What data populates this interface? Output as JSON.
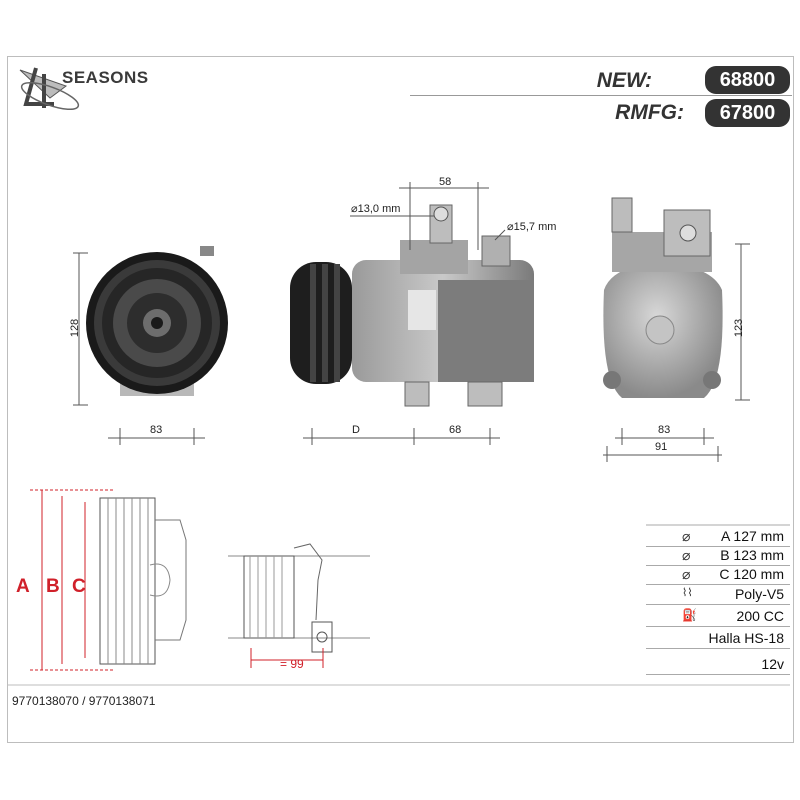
{
  "brand": {
    "name": "SEASONS",
    "digit": "4"
  },
  "header": {
    "new_label": "NEW:",
    "new_value": "68800",
    "rmfg_label": "RMFG:",
    "rmfg_value": "67800"
  },
  "dimensions": {
    "front_height": "128",
    "front_width": "83",
    "top_width": "58",
    "port_a": "13,0 mm",
    "port_b": "15,7 mm",
    "side_d": "D",
    "side_68": "68",
    "rear_height": "123",
    "rear_83": "83",
    "rear_91": "91",
    "pulley_length": "= 99"
  },
  "pulley_labels": {
    "a": "A",
    "b": "B",
    "c": "C"
  },
  "specs": [
    {
      "icon": "diameter-icon",
      "text": "A 127 mm"
    },
    {
      "icon": "diameter-icon",
      "text": "B 123 mm"
    },
    {
      "icon": "diameter-icon",
      "text": "C 120 mm"
    },
    {
      "icon": "belt-icon",
      "text": "Poly-V5"
    },
    {
      "icon": "oil-can-icon",
      "text": "200 CC"
    },
    {
      "icon": "",
      "text": "Halla HS-18"
    },
    {
      "icon": "",
      "text": "12v"
    }
  ],
  "oem_numbers": "9770138070 / 9770138071",
  "colors": {
    "pill": "#333333",
    "red_dim": "#d0202a"
  }
}
